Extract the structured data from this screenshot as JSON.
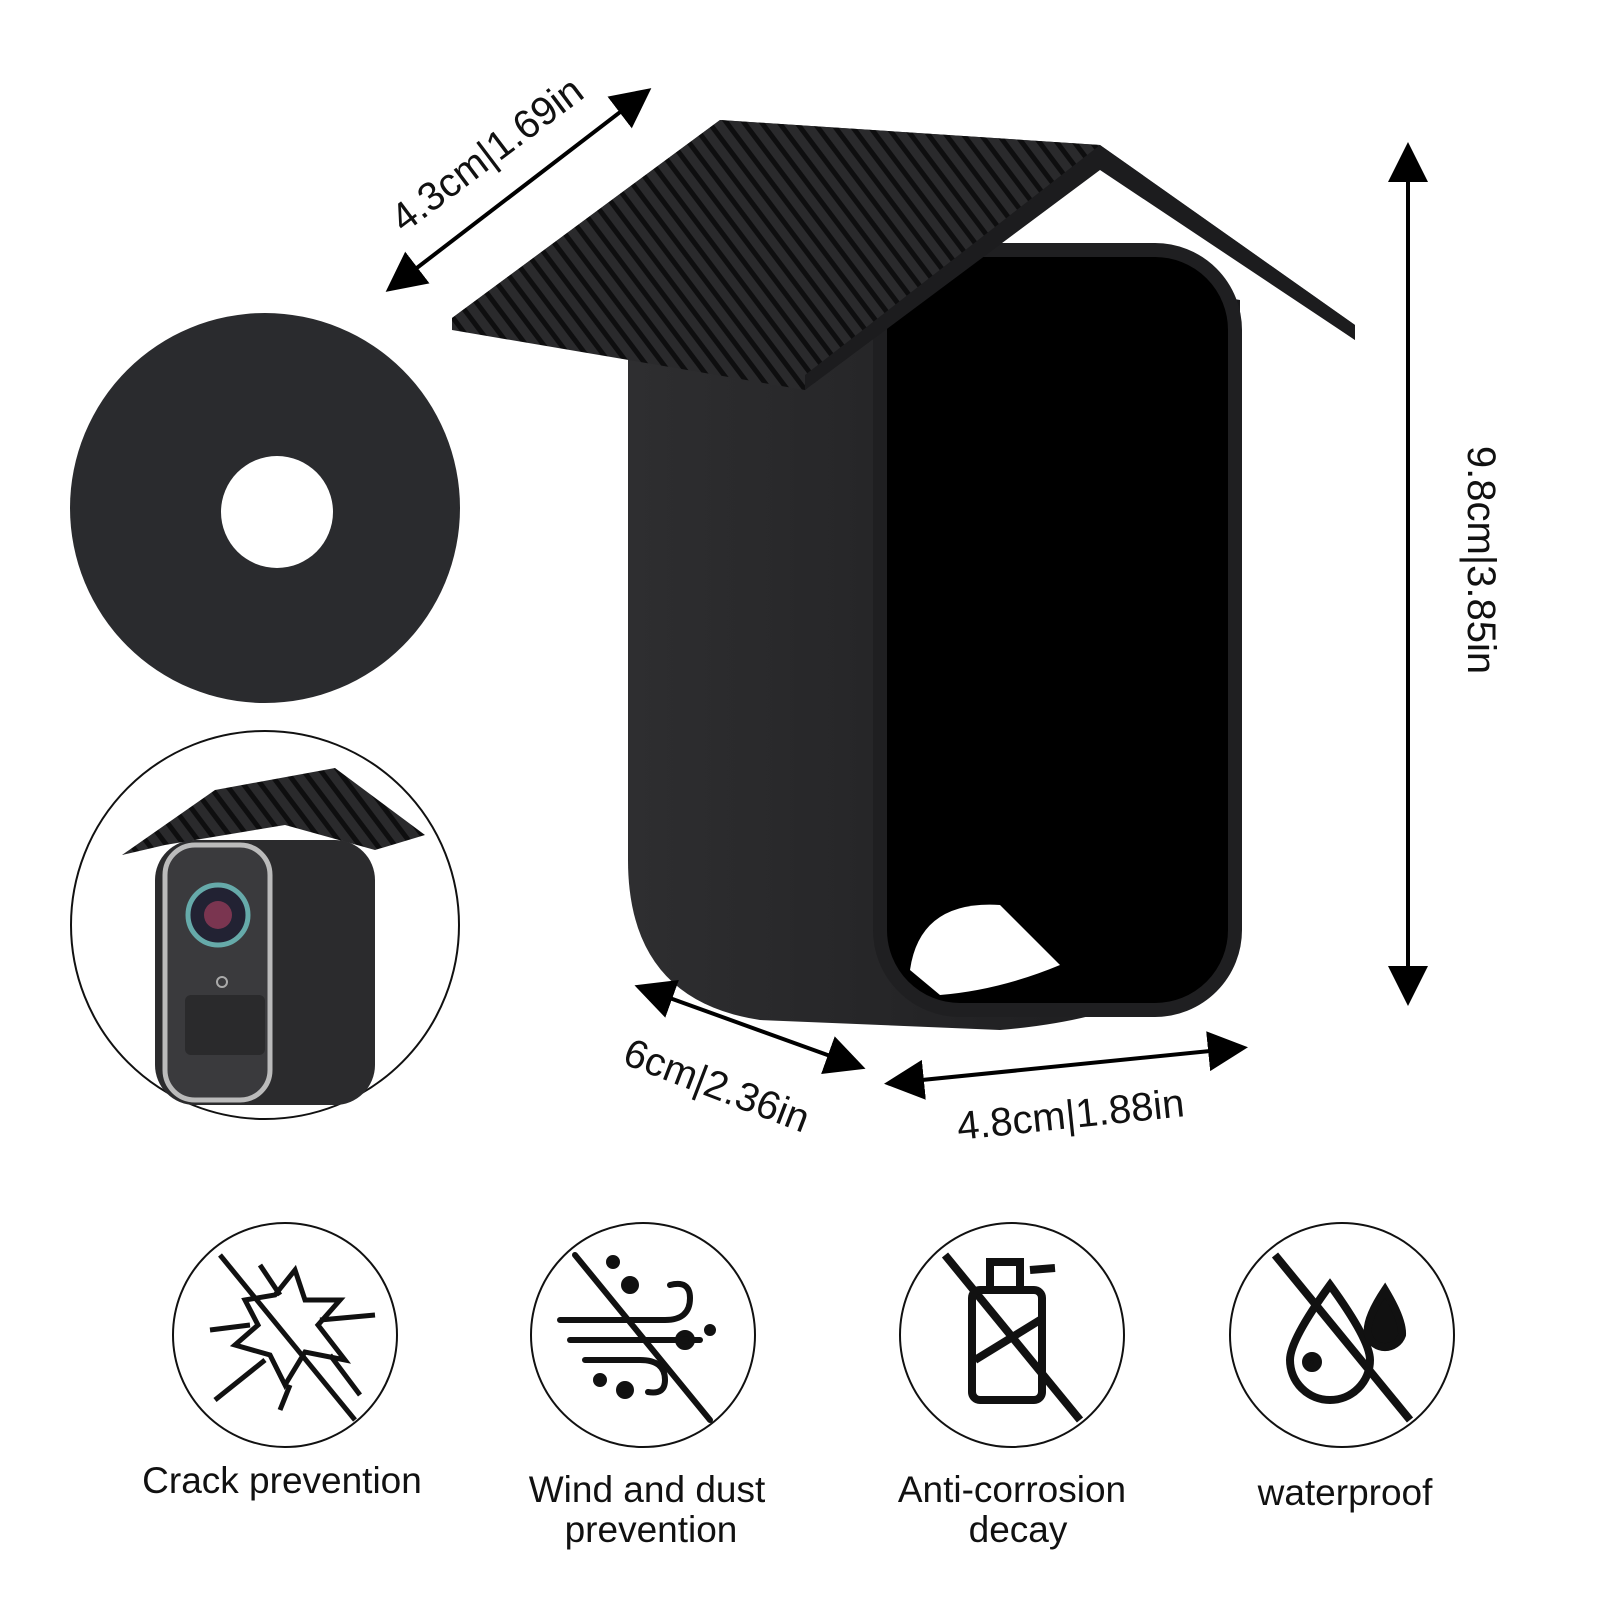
{
  "dimensions": {
    "depth_top": "4.3cm|1.69in",
    "height": "9.8cm|3.85in",
    "depth_bottom": "6cm|2.36in",
    "width": "4.8cm|1.88in"
  },
  "features": [
    {
      "icon": "cracked-glass-icon",
      "line1": "Crack prevention",
      "line2": ""
    },
    {
      "icon": "wind-dust-icon",
      "line1": "Wind and dust",
      "line2": "prevention"
    },
    {
      "icon": "spray-bottle-icon",
      "line1": "Anti-corrosion",
      "line2": "decay"
    },
    {
      "icon": "water-drop-icon",
      "line1": "waterproof",
      "line2": ""
    }
  ],
  "colors": {
    "product": "#1c1c1e",
    "text": "#111111"
  }
}
